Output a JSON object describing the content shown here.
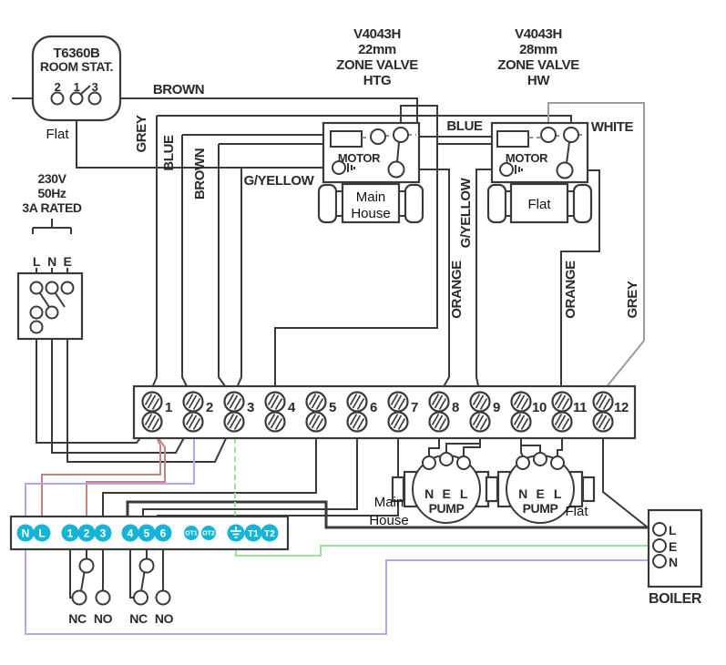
{
  "colors": {
    "line": "#3a3a3a",
    "grey_wire": "#9a9a9a",
    "terminal_teal": "#14b4d8",
    "wire_pink": "#c48484",
    "wire_purple": "#b1a7ee",
    "wire_green": "#97e597"
  },
  "room_stat": {
    "model": "T6360B",
    "label": "ROOM STAT.",
    "terminals": [
      "2",
      "1",
      "3"
    ],
    "zone": "Flat"
  },
  "mains": {
    "spec_lines": [
      "230V",
      "50Hz",
      "3A RATED"
    ],
    "terminals": [
      "L",
      "N",
      "E"
    ]
  },
  "valve_htg": {
    "title_lines": [
      "V4043H",
      "22mm",
      "ZONE VALVE",
      "HTG"
    ],
    "motor_label": "MOTOR",
    "zone_lines": [
      "Main",
      "House"
    ]
  },
  "valve_hw": {
    "title_lines": [
      "V4043H",
      "28mm",
      "ZONE VALVE",
      "HW"
    ],
    "motor_label": "MOTOR",
    "zone": "Flat"
  },
  "wire_labels": {
    "brown_top": "BROWN",
    "grey_left": "GREY",
    "blue_left": "BLUE",
    "brown_left": "BROWN",
    "gyellow_left": "G/YELLOW",
    "blue_mid": "BLUE",
    "white_right": "WHITE",
    "orange_left": "ORANGE",
    "gyellow_right": "G/YELLOW",
    "orange_right": "ORANGE",
    "grey_right": "GREY"
  },
  "terminal_strip": {
    "numbers": [
      "1",
      "2",
      "3",
      "4",
      "5",
      "6",
      "7",
      "8",
      "9",
      "10",
      "11",
      "12"
    ]
  },
  "pump_main": {
    "terminals": [
      "N",
      "E",
      "L"
    ],
    "label": "PUMP",
    "zone_lines": [
      "Main",
      "House"
    ]
  },
  "pump_flat": {
    "terminals": [
      "N",
      "E",
      "L"
    ],
    "label": "PUMP",
    "zone": "Flat"
  },
  "programmer": {
    "terminals": [
      "N",
      "L",
      "1",
      "2",
      "3",
      "4",
      "5",
      "6",
      "OT1",
      "OT2",
      "⏚",
      "T1",
      "T2"
    ],
    "contact_labels": [
      "NC",
      "NO",
      "NC",
      "NO"
    ]
  },
  "boiler": {
    "label": "BOILER",
    "terminals": [
      "L",
      "E",
      "N"
    ]
  }
}
